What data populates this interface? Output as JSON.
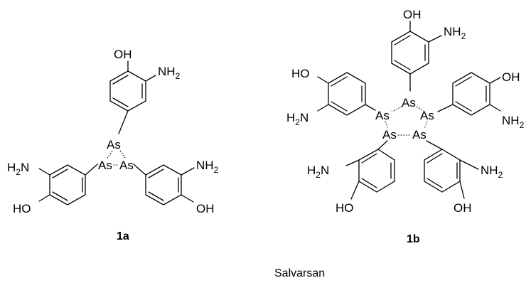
{
  "labels": {
    "oh": "OH",
    "ho": "HO",
    "nh2_base": "NH",
    "h2n_base": "H",
    "h2n_n": "N",
    "sub2": "2",
    "as": "As"
  },
  "compounds": {
    "c1a": "1a",
    "c1b": "1b"
  },
  "caption": "Salvarsan"
}
